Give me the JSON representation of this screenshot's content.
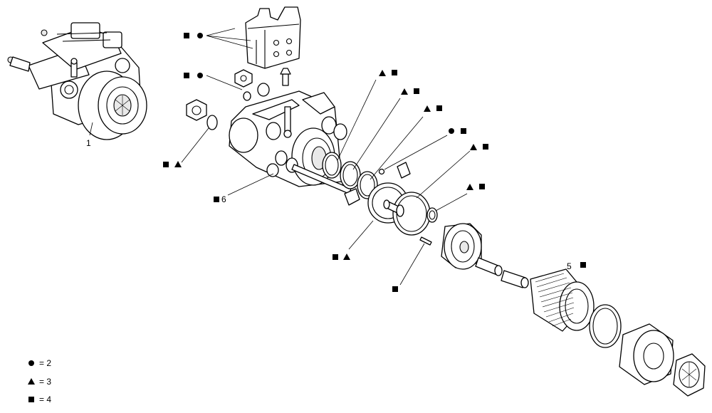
{
  "callouts": {
    "assembly": "1",
    "c5": "5",
    "c6": "6"
  },
  "legend": [
    {
      "symbol": "circle",
      "value": "= 2"
    },
    {
      "symbol": "triangle",
      "value": "= 3"
    },
    {
      "symbol": "square",
      "value": "= 4"
    }
  ]
}
